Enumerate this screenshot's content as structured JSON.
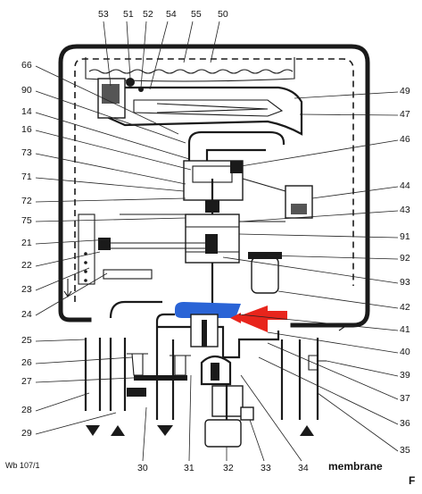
{
  "labels_top": [
    "53",
    "51",
    "52",
    "54",
    "55",
    "50"
  ],
  "labels_left": [
    "66",
    "90",
    "14",
    "16",
    "73",
    "71",
    "72",
    "75",
    "21",
    "22",
    "23",
    "24",
    "25",
    "26",
    "27",
    "28",
    "29"
  ],
  "labels_right": [
    "49",
    "47",
    "46",
    "44",
    "43",
    "91",
    "92",
    "93",
    "42",
    "41",
    "40",
    "39",
    "37",
    "36",
    "35"
  ],
  "labels_bottom": [
    "30",
    "31",
    "32",
    "33",
    "34"
  ],
  "caption_membrane": "membrane",
  "caption_ref": "Wb 107/1",
  "caption_corner": "F",
  "colors": {
    "cold_flow": "#2a64d6",
    "hot_flow": "#e8251c",
    "ink": "#1a1a1a"
  }
}
